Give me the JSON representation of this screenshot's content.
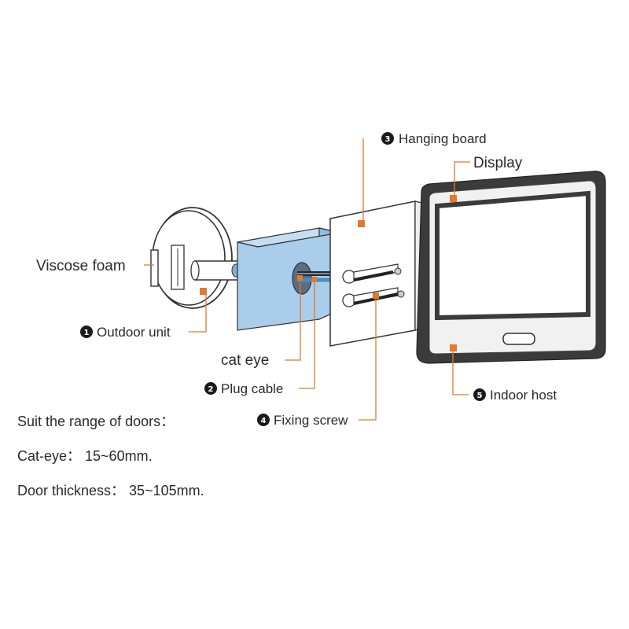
{
  "labels": {
    "hanging_board": {
      "number": "3",
      "text": "Hanging board"
    },
    "display": {
      "text": "Display"
    },
    "viscose_foam": {
      "text": "Viscose foam"
    },
    "outdoor_unit": {
      "number": "1",
      "text": "Outdoor unit"
    },
    "cat_eye": {
      "text": "cat eye"
    },
    "plug_cable": {
      "number": "2",
      "text": "Plug cable"
    },
    "fixing_screw": {
      "number": "4",
      "text": "Fixing screw"
    },
    "indoor_host": {
      "number": "5",
      "text": "Indoor host"
    }
  },
  "specs": {
    "heading": "Suit the range of doors：",
    "cat_eye": "Cat-eye： 15~60mm.",
    "door_thickness": "Door thickness： 35~105mm."
  },
  "colors": {
    "accent": "#e07a2e",
    "door_block": "#a9cdea",
    "outline": "#333333"
  }
}
